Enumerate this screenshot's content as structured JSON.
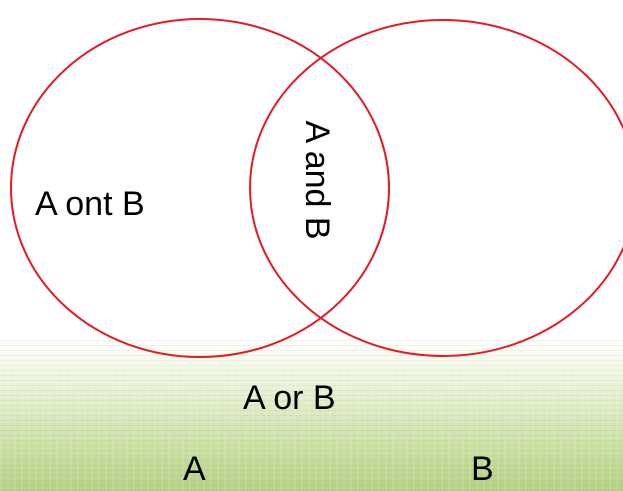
{
  "diagram": {
    "type": "venn",
    "outline_color": "#e31b23",
    "regions": {
      "a_not_b": "A ont B",
      "a_and_b": "A and B",
      "a_or_b": "A or B"
    },
    "sets": {
      "a": "A",
      "b": "B"
    }
  }
}
